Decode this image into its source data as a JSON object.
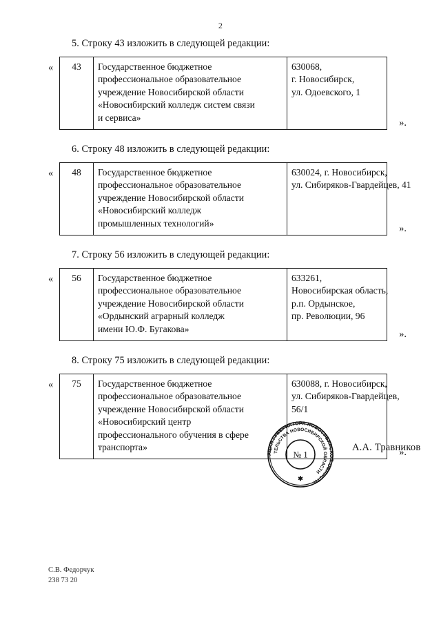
{
  "page": {
    "number": "2"
  },
  "sections": [
    {
      "heading": "5. Строку 43 изложить в следующей редакции:",
      "quote_open": "«",
      "quote_close": "».",
      "row": {
        "number": "43",
        "name_lines": [
          "Государственное бюджетное",
          "профессиональное образовательное",
          "учреждение Новосибирской области",
          "«Новосибирский колледж систем связи",
          "и сервиса»"
        ],
        "address_lines": [
          "630068,",
          "г. Новосибирск,",
          "ул. Одоевского, 1"
        ]
      }
    },
    {
      "heading": "6. Строку 48 изложить в следующей редакции:",
      "quote_open": "«",
      "quote_close": "».",
      "row": {
        "number": "48",
        "name_lines": [
          "Государственное бюджетное",
          "профессиональное образовательное",
          "учреждение Новосибирской области",
          "«Новосибирский колледж",
          "промышленных технологий»"
        ],
        "address_lines": [
          "630024, г. Новосибирск,",
          "ул. Сибиряков-Гвардейцев, 41"
        ]
      }
    },
    {
      "heading": "7. Строку 56 изложить в следующей редакции:",
      "quote_open": "«",
      "quote_close": "».",
      "row": {
        "number": "56",
        "name_lines": [
          "Государственное бюджетное",
          "профессиональное образовательное",
          "учреждение Новосибирской области",
          "«Ордынский аграрный колледж",
          "имени Ю.Ф. Бугакова»"
        ],
        "address_lines": [
          "633261,",
          "Новосибирская область,",
          "р.п. Ордынское,",
          "пр. Революции, 96"
        ]
      }
    },
    {
      "heading": "8. Строку 75 изложить в следующей редакции:",
      "quote_open": "«",
      "quote_close": "».",
      "row": {
        "number": "75",
        "name_lines": [
          "Государственное бюджетное",
          "профессиональное образовательное",
          "учреждение Новосибирской области",
          "«Новосибирский центр",
          "профессионального обучения в сфере",
          "транспорта»"
        ],
        "address_lines": [
          "630088, г. Новосибирск,",
          "ул. Сибиряков-Гвардейцев,",
          "56/1"
        ]
      }
    }
  ],
  "seal": {
    "outer_text": "АДМИНИСТРАЦИЯ ГУБЕРНАТОРА НОВОСИБИРСКОЙ ОБЛАСТИ",
    "inner_text": "И ПРАВИТЕЛЬСТВА НОВОСИБИРСКОЙ ОБЛАСТИ",
    "center_text": "№ 1"
  },
  "signature": {
    "name": "А.А. Травников"
  },
  "footer": {
    "contact_name": "С.В. Федорчук",
    "contact_phone": "238 73 20"
  }
}
